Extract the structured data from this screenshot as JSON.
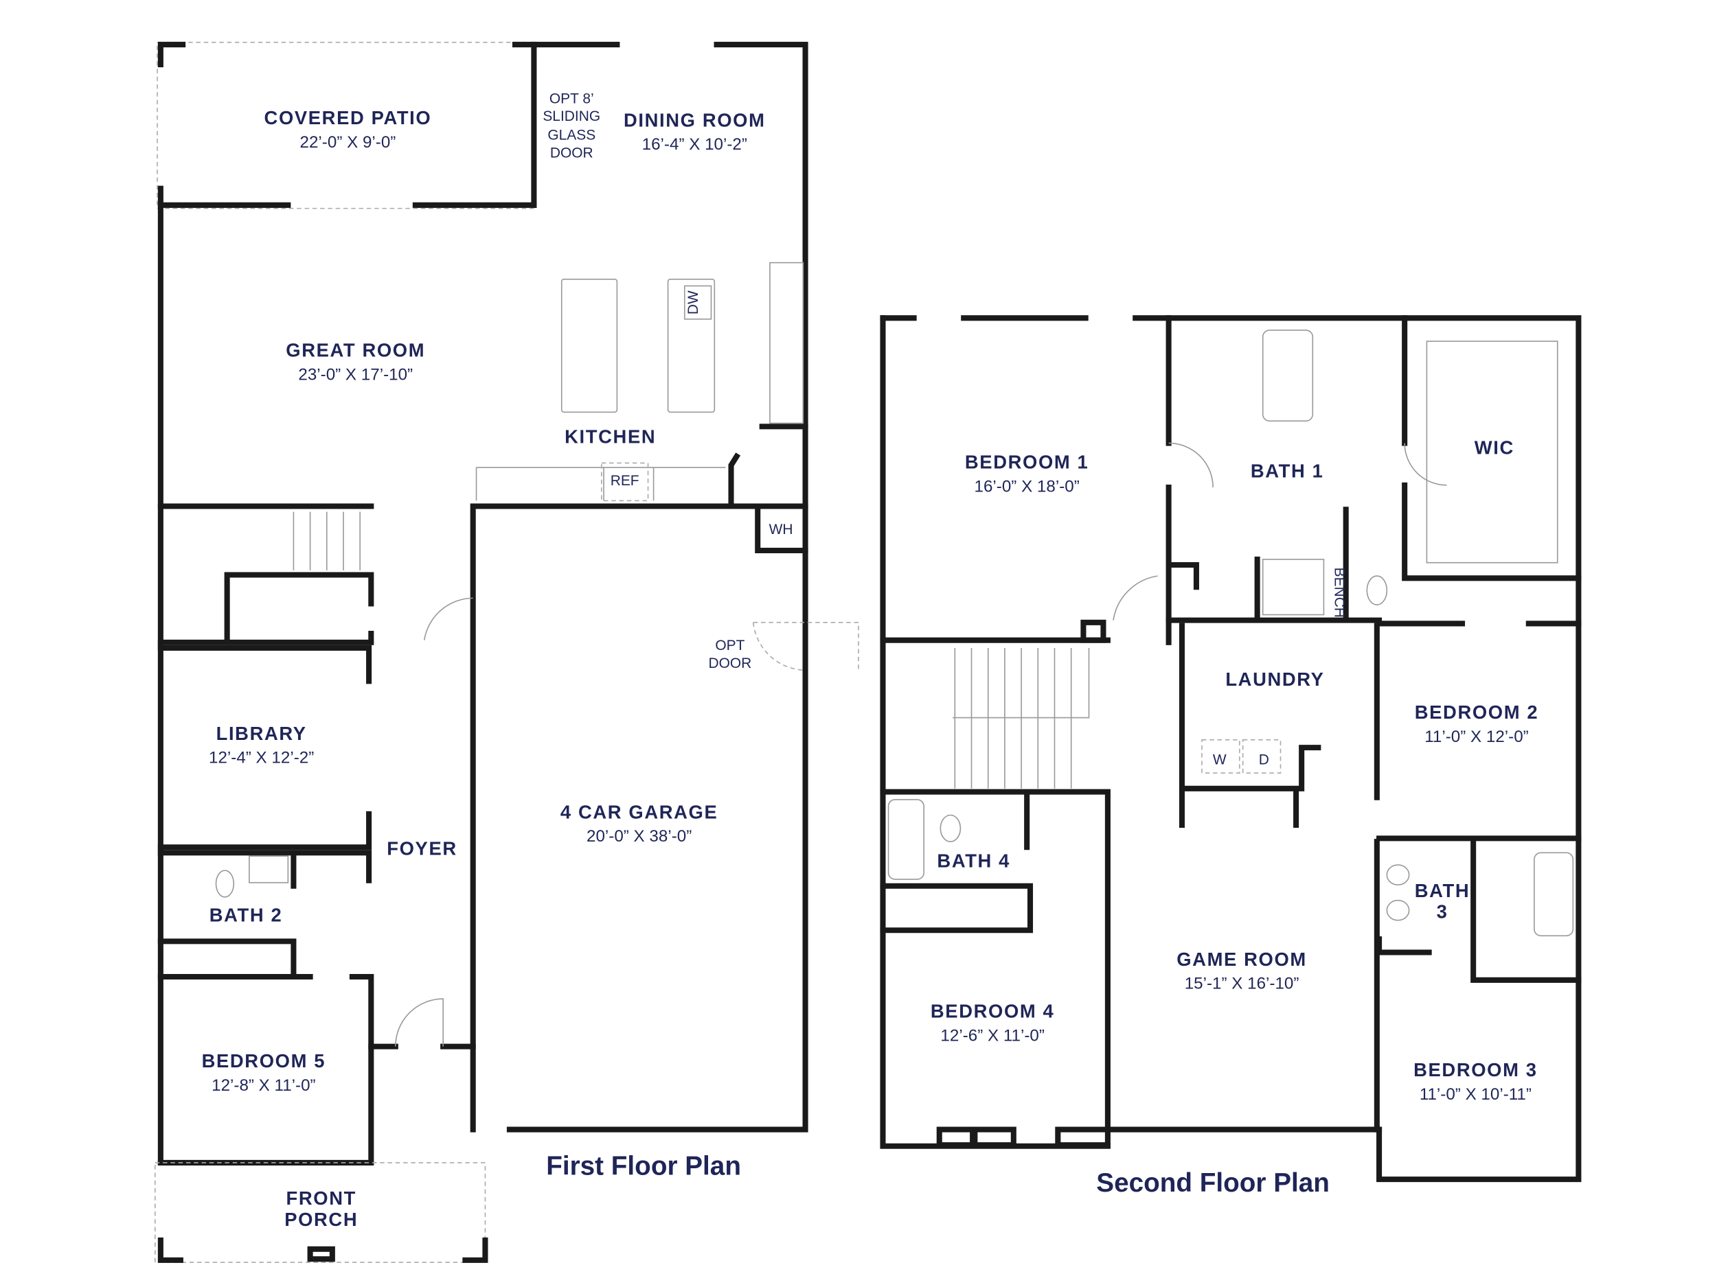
{
  "colors": {
    "text": "#1f2557",
    "walls": "#1a1a1a"
  },
  "first_floor": {
    "title": "First Floor Plan",
    "rooms": {
      "covered_patio": {
        "name": "COVERED PATIO",
        "dims": "22’-0” X 9’-0”"
      },
      "dining_room": {
        "name": "DINING ROOM",
        "dims": "16’-4” X 10’-2”"
      },
      "great_room": {
        "name": "GREAT ROOM",
        "dims": "23’-0” X 17’-10”"
      },
      "kitchen": {
        "name": "KITCHEN"
      },
      "library": {
        "name": "LIBRARY",
        "dims": "12’-4” X 12’-2”"
      },
      "foyer": {
        "name": "FOYER"
      },
      "bath_2": {
        "name": "BATH 2"
      },
      "bedroom_5": {
        "name": "BEDROOM 5",
        "dims": "12’-8” X 11’-0”"
      },
      "front_porch": {
        "name_line1": "FRONT",
        "name_line2": "PORCH"
      },
      "garage": {
        "name": "4 CAR GARAGE",
        "dims": "20’-0” X 38’-0”"
      }
    },
    "notes": {
      "sliding_door": [
        "OPT 8’",
        "SLIDING",
        "GLASS",
        "DOOR"
      ],
      "opt_door": [
        "OPT",
        "DOOR"
      ],
      "dw": "DW",
      "ref": "REF",
      "wh": "WH"
    }
  },
  "second_floor": {
    "title": "Second Floor Plan",
    "rooms": {
      "bedroom_1": {
        "name": "BEDROOM 1",
        "dims": "16’-0” X 18’-0”"
      },
      "bath_1": {
        "name": "BATH 1"
      },
      "wic": {
        "name": "WIC"
      },
      "laundry": {
        "name": "LAUNDRY"
      },
      "bedroom_2": {
        "name": "BEDROOM 2",
        "dims": "11’-0” X 12’-0”"
      },
      "bath_4": {
        "name": "BATH 4"
      },
      "bath_3": {
        "name_line1": "BATH",
        "name_line2": "3"
      },
      "game_room": {
        "name": "GAME ROOM",
        "dims": "15’-1” X 16’-10”"
      },
      "bedroom_4": {
        "name": "BEDROOM 4",
        "dims": "12’-6” X 11’-0”"
      },
      "bedroom_3": {
        "name": "BEDROOM 3",
        "dims": "11’-0” X 10’-11”"
      }
    },
    "notes": {
      "bench": "BENCH",
      "w": "W",
      "d": "D"
    }
  }
}
